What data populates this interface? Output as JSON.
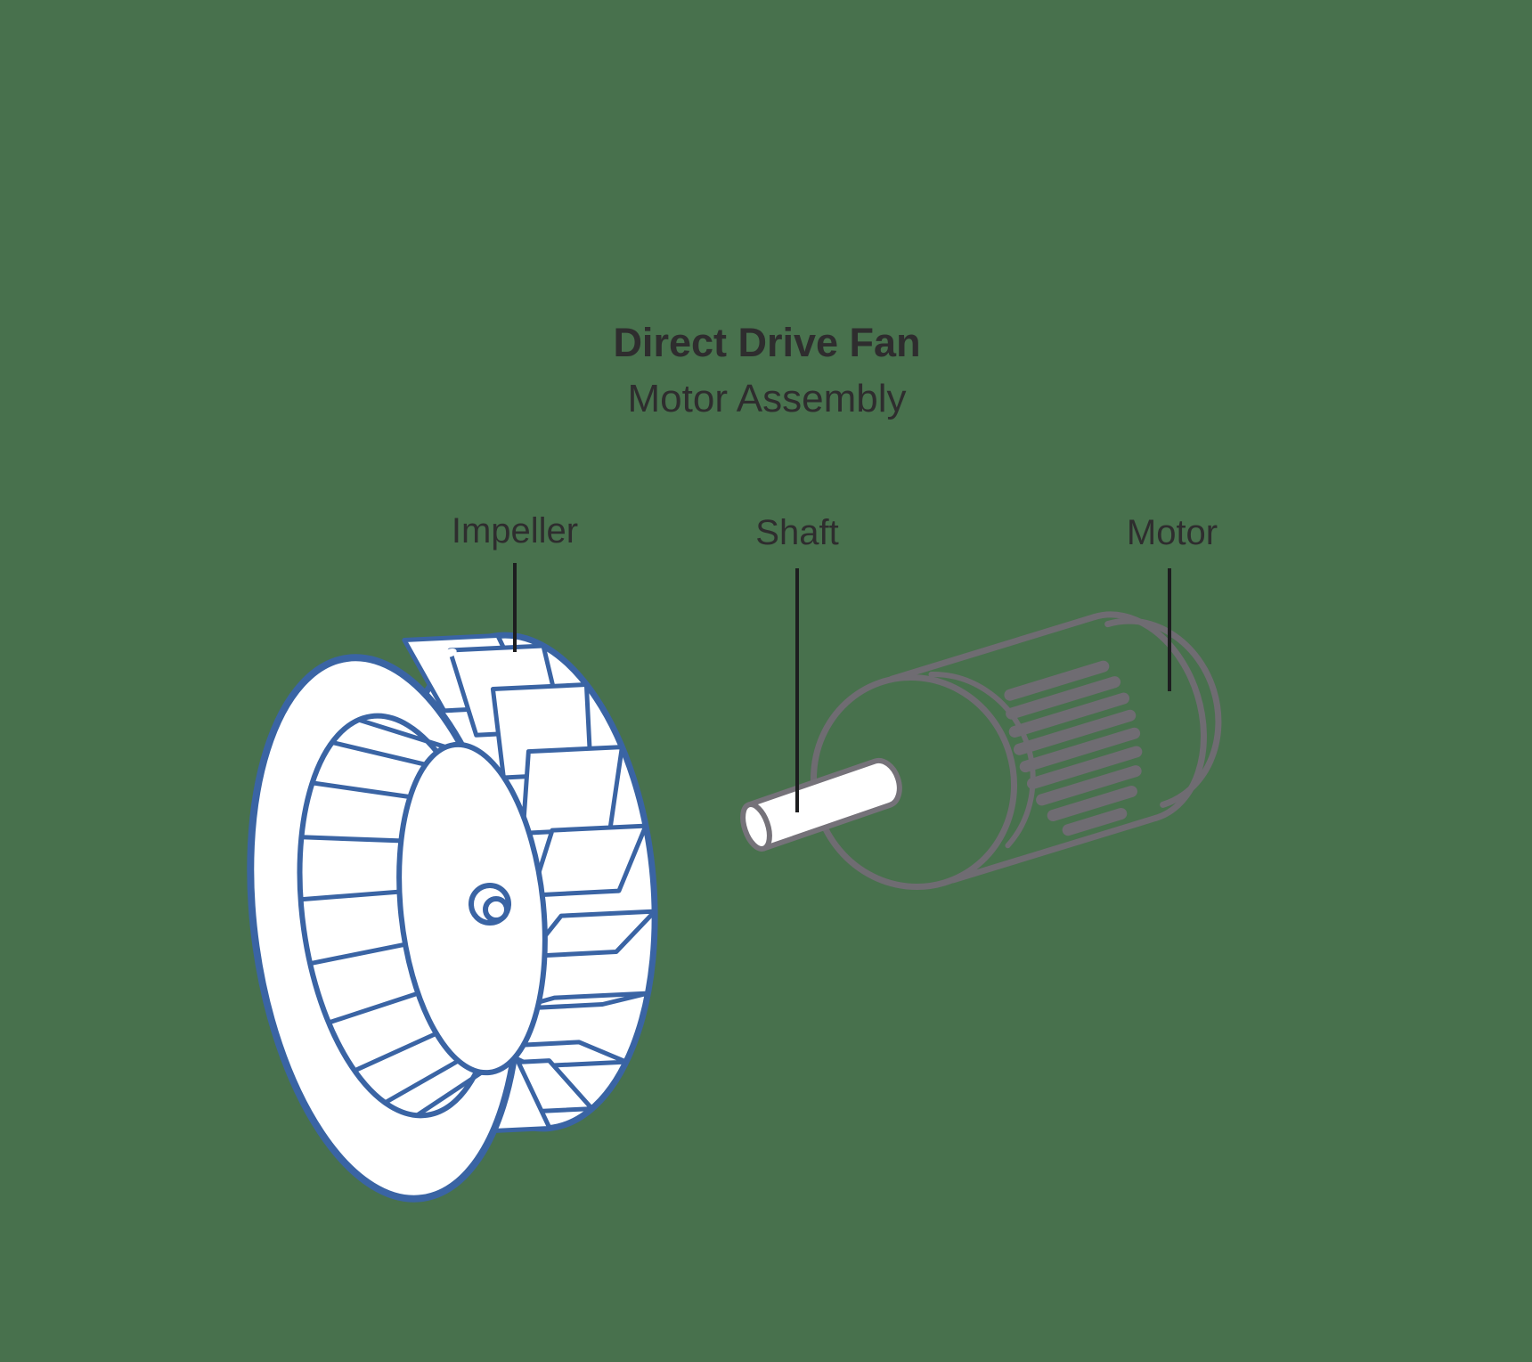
{
  "title": {
    "line1": "Direct Drive Fan",
    "line2": "Motor Assembly"
  },
  "labels": {
    "impeller": "Impeller",
    "shaft": "Shaft",
    "motor": "Motor"
  },
  "colors": {
    "background": "#48714D",
    "impeller_blue": "#3A64A4",
    "motor_gray": "#6F6C72",
    "shaft_gray": "#757279",
    "leader_line": "#1D1D1F",
    "text_dark": "#2E2D2E",
    "white": "#FFFFFF"
  }
}
